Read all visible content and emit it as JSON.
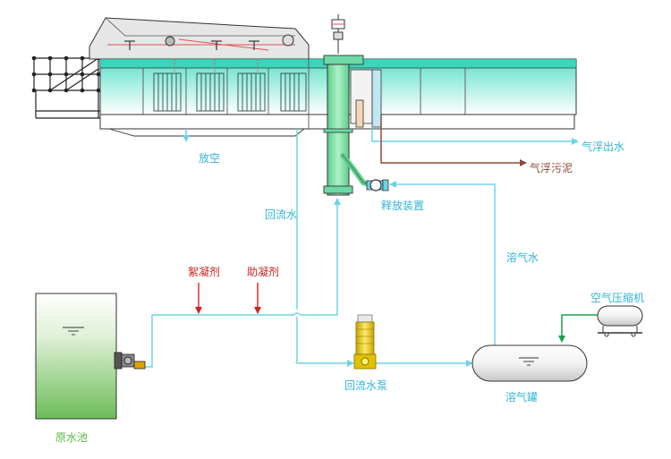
{
  "labels": {
    "venting": "放空",
    "flotation_outlet_water": "气浮出水",
    "flotation_sludge": "气浮污泥",
    "reflux_water": "回流水",
    "release_device": "释放装置",
    "dissolved_air_water": "溶气水",
    "flocculant": "絮凝剂",
    "coagulant_aid": "助凝剂",
    "air_compressor": "空气压缩机",
    "reflux_pump": "回流水泵",
    "dissolved_air_tank": "溶气罐",
    "raw_water_tank": "原水池"
  },
  "colors": {
    "water_line": "#6fd3e6",
    "chemical_arrow": "#d42020",
    "sludge_arrow": "#8a4a3a",
    "compressor_line": "#1ba24a",
    "label_cyan": "#33b4d4",
    "label_red": "#cc2222",
    "tank_water": "#5ab84a"
  }
}
